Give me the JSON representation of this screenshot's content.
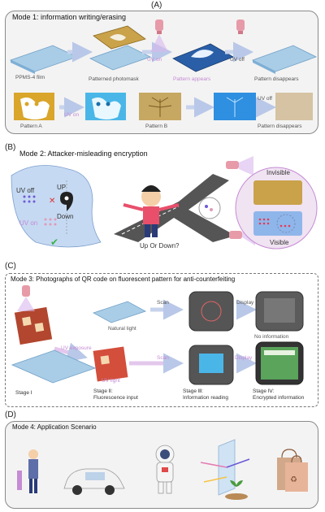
{
  "letters": {
    "a": "(A)",
    "b": "(B)",
    "c": "(C)",
    "d": "(D)"
  },
  "mode1": {
    "title": "Mode 1: information writing/erasing",
    "row1": {
      "film": "PPMS-4 film",
      "photomask": "Patterned photomask",
      "uv_on": "UV on",
      "appears": "Pattern appears",
      "uv_off": "UV off",
      "disappears": "Pattern disappears"
    },
    "row2": {
      "pattern_a": "Pattern A",
      "uv_on": "UV on",
      "pattern_b": "Pattern B",
      "uv_off": "UV off",
      "disappears": "Pattern disappears"
    }
  },
  "mode2": {
    "title": "Mode 2: Attacker-misleading encryption",
    "uv_off": "UV off",
    "uv_on": "UV on",
    "up": "UP",
    "down": "Down",
    "question": "Up Or Down?",
    "invisible": "Invisible",
    "visible": "Visible"
  },
  "mode3": {
    "title": "Mode 3: Photographs of QR code on fluorescent pattern for anti-counterfeiting",
    "natural_light": "Natural light",
    "scan_top": "Scan",
    "display_top": "Display",
    "no_info": "No information",
    "uv_exposure": "UV exposure",
    "uv_light": "UV light",
    "scan_bottom": "Scan",
    "display_bottom": "Display",
    "stage1": "Stage Ⅰ",
    "stage2": "Stage Ⅱ:",
    "stage2_desc": "Fluorescence input",
    "stage3": "Stage Ⅲ:",
    "stage3_desc": "Information reading",
    "stage4": "Stage Ⅳ:",
    "stage4_desc": "Encrypted information"
  },
  "mode4": {
    "title": "Mode 4: Application Scenario"
  },
  "colors": {
    "panel_bg": "#f3f3f3",
    "uv_pink": "#c58bd4",
    "film_blue": "#a9cde6",
    "gold": "#c9a24a",
    "arrow": "#c7d3ec"
  }
}
